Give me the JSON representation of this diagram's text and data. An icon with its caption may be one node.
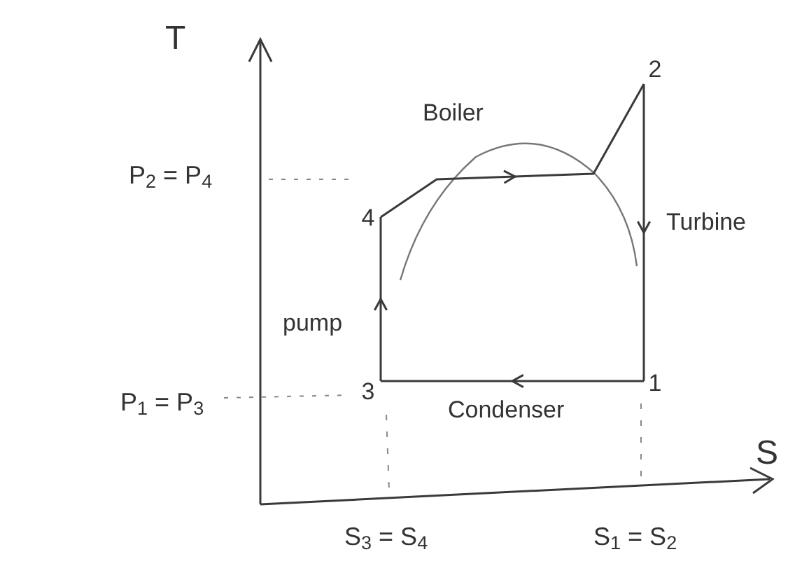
{
  "diagram": {
    "nodes": [
      {
        "text": [
          "4"
        ]
      },
      {
        "text": [
          "2"
        ]
      },
      {
        "text": [
          "1"
        ]
      },
      {
        "text": [
          "3"
        ]
      }
    ],
    "edges": [
      {
        "from": 0,
        "to": 1,
        "arrow": "to",
        "label": "Boiler"
      },
      {
        "from": 1,
        "to": 2,
        "arrow": "to",
        "label": "Turbine"
      },
      {
        "from": 2,
        "to": 3,
        "arrow": "to",
        "label": "Condenser"
      },
      {
        "from": 3,
        "to": 0,
        "arrow": "to",
        "label": "pump"
      }
    ],
    "labels": [
      "T",
      "S",
      "P$_{2}$ = P$_{4}$",
      "P$_{1}$ = P$_{3}$",
      "S$_{3}$ = S$_{4}$",
      "S$_{1}$ = S$_{2}$"
    ]
  }
}
